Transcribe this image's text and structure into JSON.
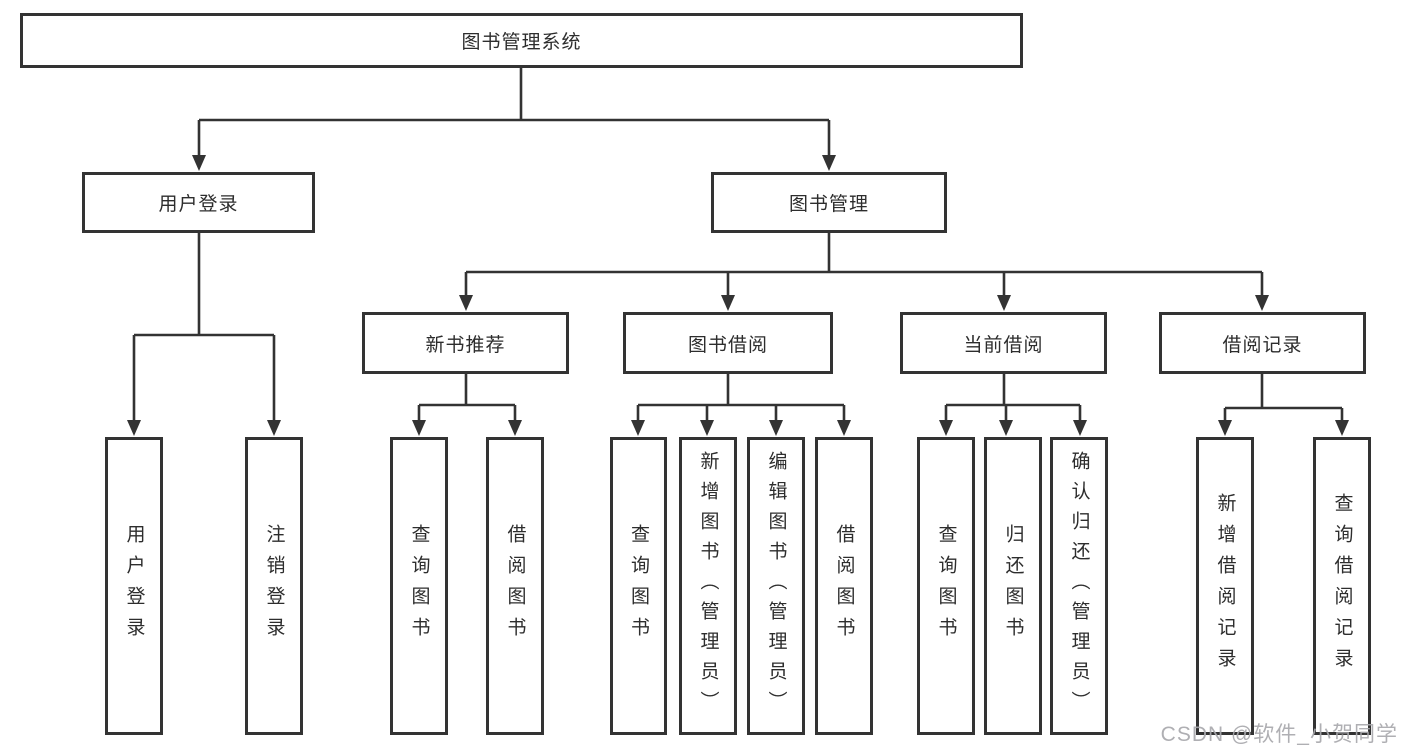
{
  "colors": {
    "line": "#333333",
    "text": "#2d2d2d",
    "watermark": "#a8a8ac",
    "background": "#ffffff"
  },
  "tree": {
    "root": {
      "label": "图书管理系统"
    },
    "branches": [
      {
        "label": "用户登录",
        "children": [
          {
            "label": "用户登录"
          },
          {
            "label": "注销登录"
          }
        ]
      },
      {
        "label": "图书管理",
        "children": [
          {
            "label": "新书推荐",
            "children": [
              {
                "label": "查询图书"
              },
              {
                "label": "借阅图书"
              }
            ]
          },
          {
            "label": "图书借阅",
            "children": [
              {
                "label": "查询图书"
              },
              {
                "label": "新增图书（管理员）"
              },
              {
                "label": "编辑图书（管理员）"
              },
              {
                "label": "借阅图书"
              }
            ]
          },
          {
            "label": "当前借阅",
            "children": [
              {
                "label": "查询图书"
              },
              {
                "label": "归还图书"
              },
              {
                "label": "确认归还（管理员）"
              }
            ]
          },
          {
            "label": "借阅记录",
            "children": [
              {
                "label": "新增借阅记录"
              },
              {
                "label": "查询借阅记录"
              }
            ]
          }
        ]
      }
    ]
  },
  "watermark": {
    "text": "CSDN @软件_小贺同学"
  }
}
